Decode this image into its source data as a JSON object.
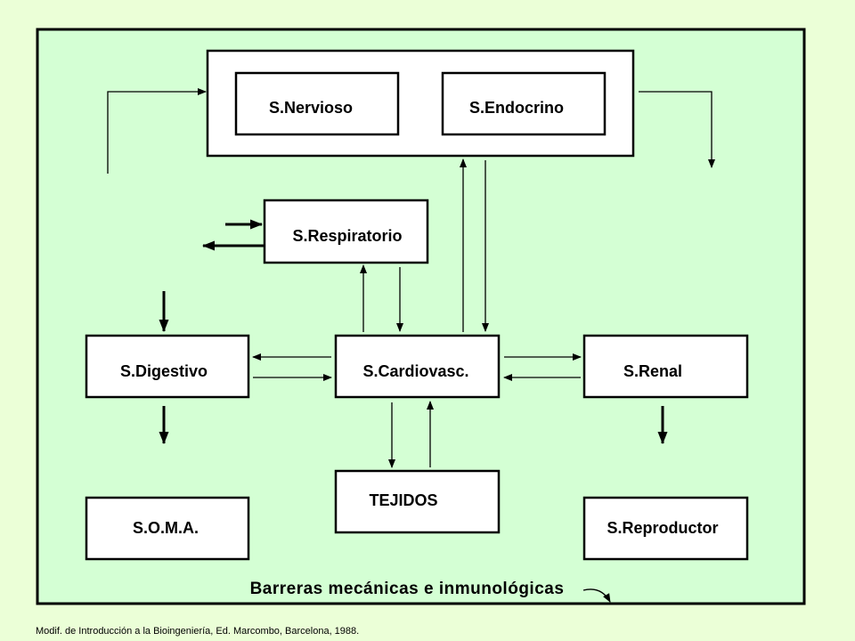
{
  "nodes": {
    "nervioso": "S.Nervioso",
    "endocrino": "S.Endocrino",
    "respiratorio": "S.Respiratorio",
    "digestivo": "S.Digestivo",
    "cardiovasc": "S.Cardiovasc.",
    "renal": "S.Renal",
    "tejidos": "TEJIDOS",
    "soma": "S.O.M.A.",
    "reproductor": "S.Reproductor"
  },
  "barrier_label": "Barreras mecánicas e inmunológicas",
  "caption": "Modif. de Introducción a la Bioingeniería, Ed. Marcombo, Barcelona, 1988.",
  "colors": {
    "page_background": "#ebffd7",
    "frame_background": "#d4ffd4",
    "box_fill": "#ffffff",
    "stroke": "#000000"
  }
}
